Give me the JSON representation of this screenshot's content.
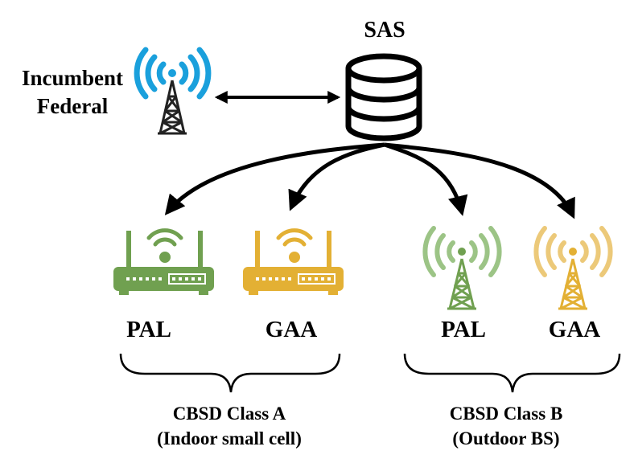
{
  "labels": {
    "sas": "SAS",
    "incumbent_line1": "Incumbent",
    "incumbent_line2": "Federal",
    "pal_a": "PAL",
    "gaa_a": "GAA",
    "pal_b": "PAL",
    "gaa_b": "GAA",
    "class_a_line1": "CBSD Class A",
    "class_a_line2": "(Indoor small cell)",
    "class_b_line1": "CBSD Class B",
    "class_b_line2": "(Outdoor BS)"
  },
  "colors": {
    "pal": "#70a050",
    "gaa": "#e3b034",
    "federal": "#1aa0dc",
    "arrows": "#000000"
  },
  "icons": {
    "sas": "database-icon",
    "incumbent": "radio-tower-icon",
    "class_a_devices": "wifi-router-icon",
    "class_b_devices": "radio-tower-icon"
  }
}
